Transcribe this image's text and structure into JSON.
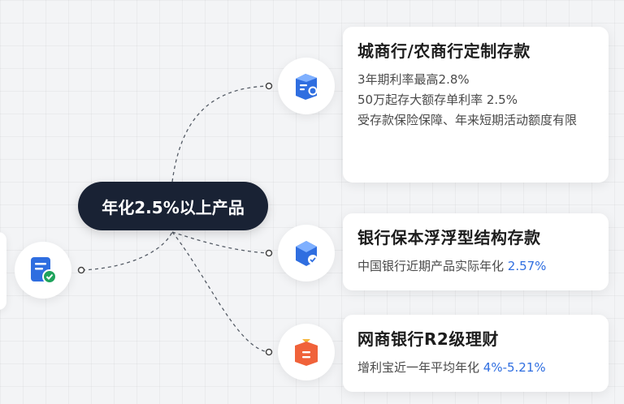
{
  "center": {
    "label": "年化2.5%以上产品"
  },
  "cards": [
    {
      "title": "城商行/农商行定制存款",
      "lines": [
        {
          "pre": "3年期利率最高",
          "hl": "2.8%"
        },
        {
          "pre": "50万起存大额存单利率 ",
          "hl": "2.5%"
        }
      ],
      "note": "受存款保险保障、年来短期活动额度有限"
    },
    {
      "title": "银行保本浮浮型结构存款",
      "lines": [
        {
          "pre": "中国银行近期产品实际年化 ",
          "hl": "2.57%"
        }
      ]
    },
    {
      "title": "网商银行R2级理财",
      "lines": [
        {
          "pre": "增利宝近一年平均年化 ",
          "hl": "4%-5.21%"
        }
      ]
    }
  ],
  "icons": {
    "left": "document-check-icon",
    "card1": "bank-deposit-box-icon",
    "card2": "shield-cube-icon",
    "card3": "orange-package-icon"
  }
}
